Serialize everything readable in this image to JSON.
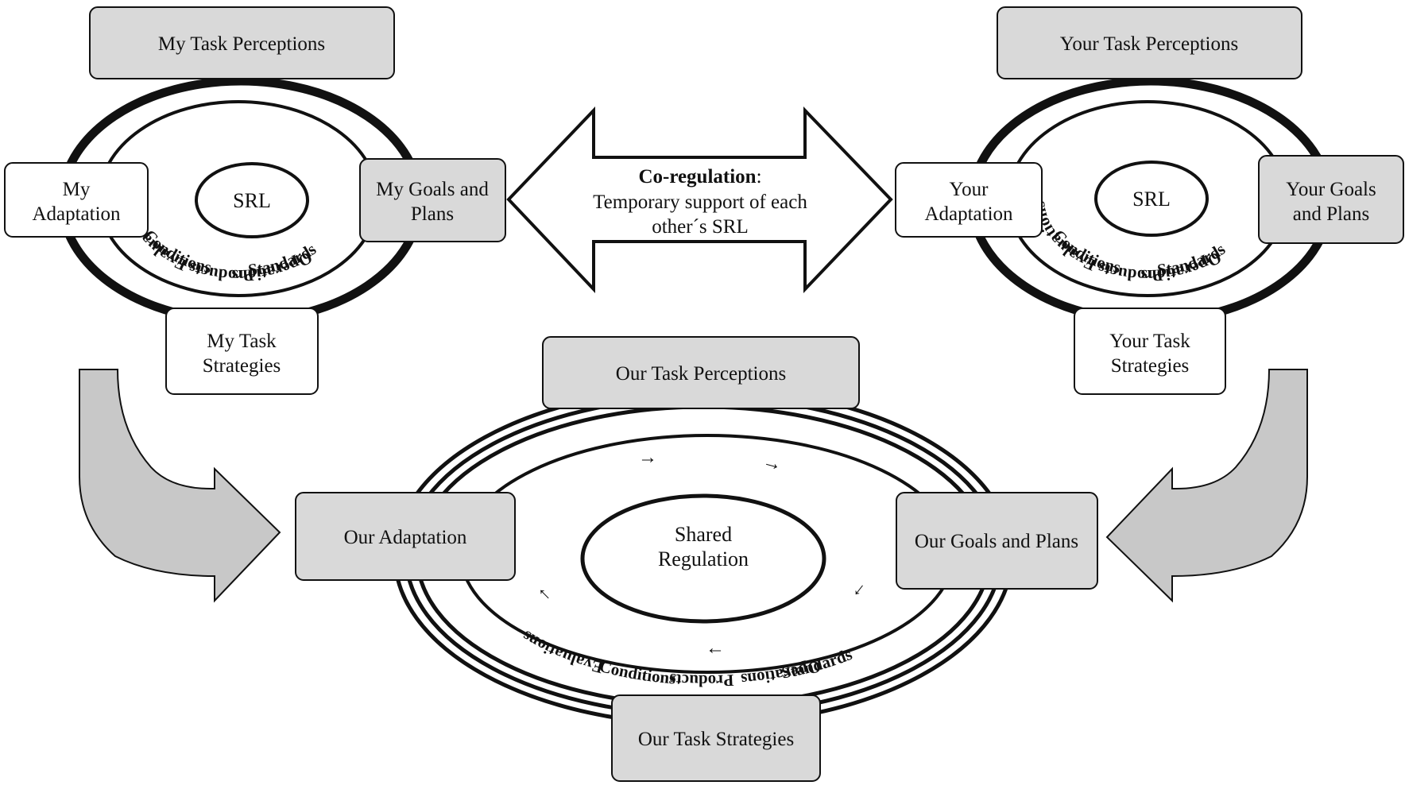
{
  "individual": {
    "my": {
      "center": "SRL",
      "task_perceptions": "My Task Perceptions",
      "adaptation": [
        "My",
        "Adaptation"
      ],
      "goals_plans": [
        "My Goals and",
        "Plans"
      ],
      "task_strategies": [
        "My Task",
        "Strategies"
      ]
    },
    "your": {
      "center": "SRL",
      "task_perceptions": "Your Task Perceptions",
      "adaptation": [
        "Your",
        "Adaptation"
      ],
      "goals_plans": [
        "Your Goals",
        "and Plans"
      ],
      "task_strategies": [
        "Your Task",
        "Strategies"
      ]
    },
    "ring_words": {
      "operations": "Operations",
      "products": "Products",
      "evaluations": "Evaluations",
      "standards": "Standards",
      "conditions": "Conditions"
    }
  },
  "coregulation": {
    "heading": "Co-regulation",
    "colon": ":",
    "line2": "Temporary support of each",
    "line3": "other´s SRL"
  },
  "shared": {
    "center": [
      "Shared",
      "Regulation"
    ],
    "task_perceptions": "Our Task Perceptions",
    "adaptation": "Our Adaptation",
    "goals_plans": "Our Goals and Plans",
    "task_strategies": "Our Task Strategies",
    "cycle_arrow": "→"
  },
  "colors": {
    "box_fill_gray": "#d9d9d9",
    "box_fill_white": "#ffffff",
    "stroke": "#111111",
    "merge_arrow_fill": "#c8c8c8"
  }
}
